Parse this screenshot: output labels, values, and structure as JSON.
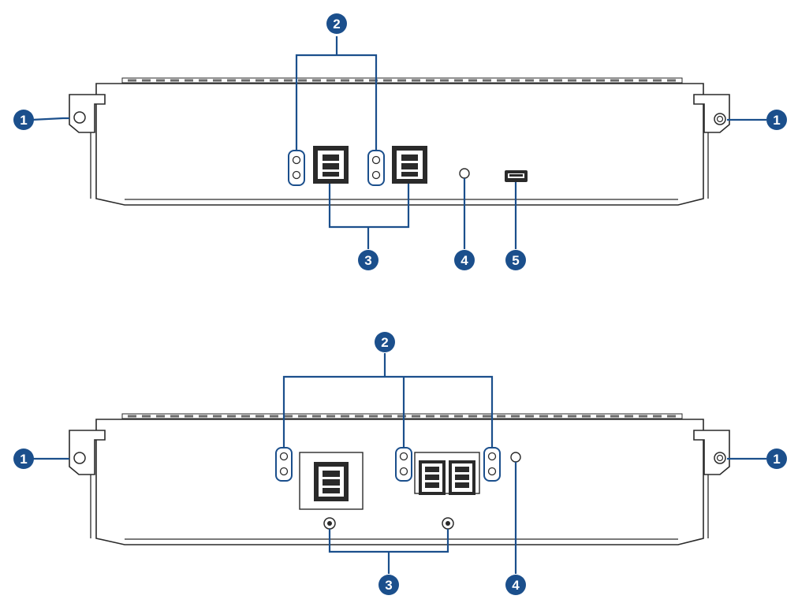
{
  "colors": {
    "callout_fill": "#1b4f8c",
    "leader_line": "#1b4f8c",
    "outline": "#2a2a2a",
    "panel_fill": "#ffffff",
    "grille": "#6a6a6a"
  },
  "top_module": {
    "callouts": {
      "handle_left": "1",
      "handle_right": "1",
      "port_leds": "2",
      "ports": "3",
      "status_indicator": "4",
      "serial_port": "5"
    }
  },
  "bottom_module": {
    "callouts": {
      "handle_left": "1",
      "handle_right": "1",
      "port_leds": "2",
      "ports": "3",
      "status_indicator": "4"
    }
  }
}
